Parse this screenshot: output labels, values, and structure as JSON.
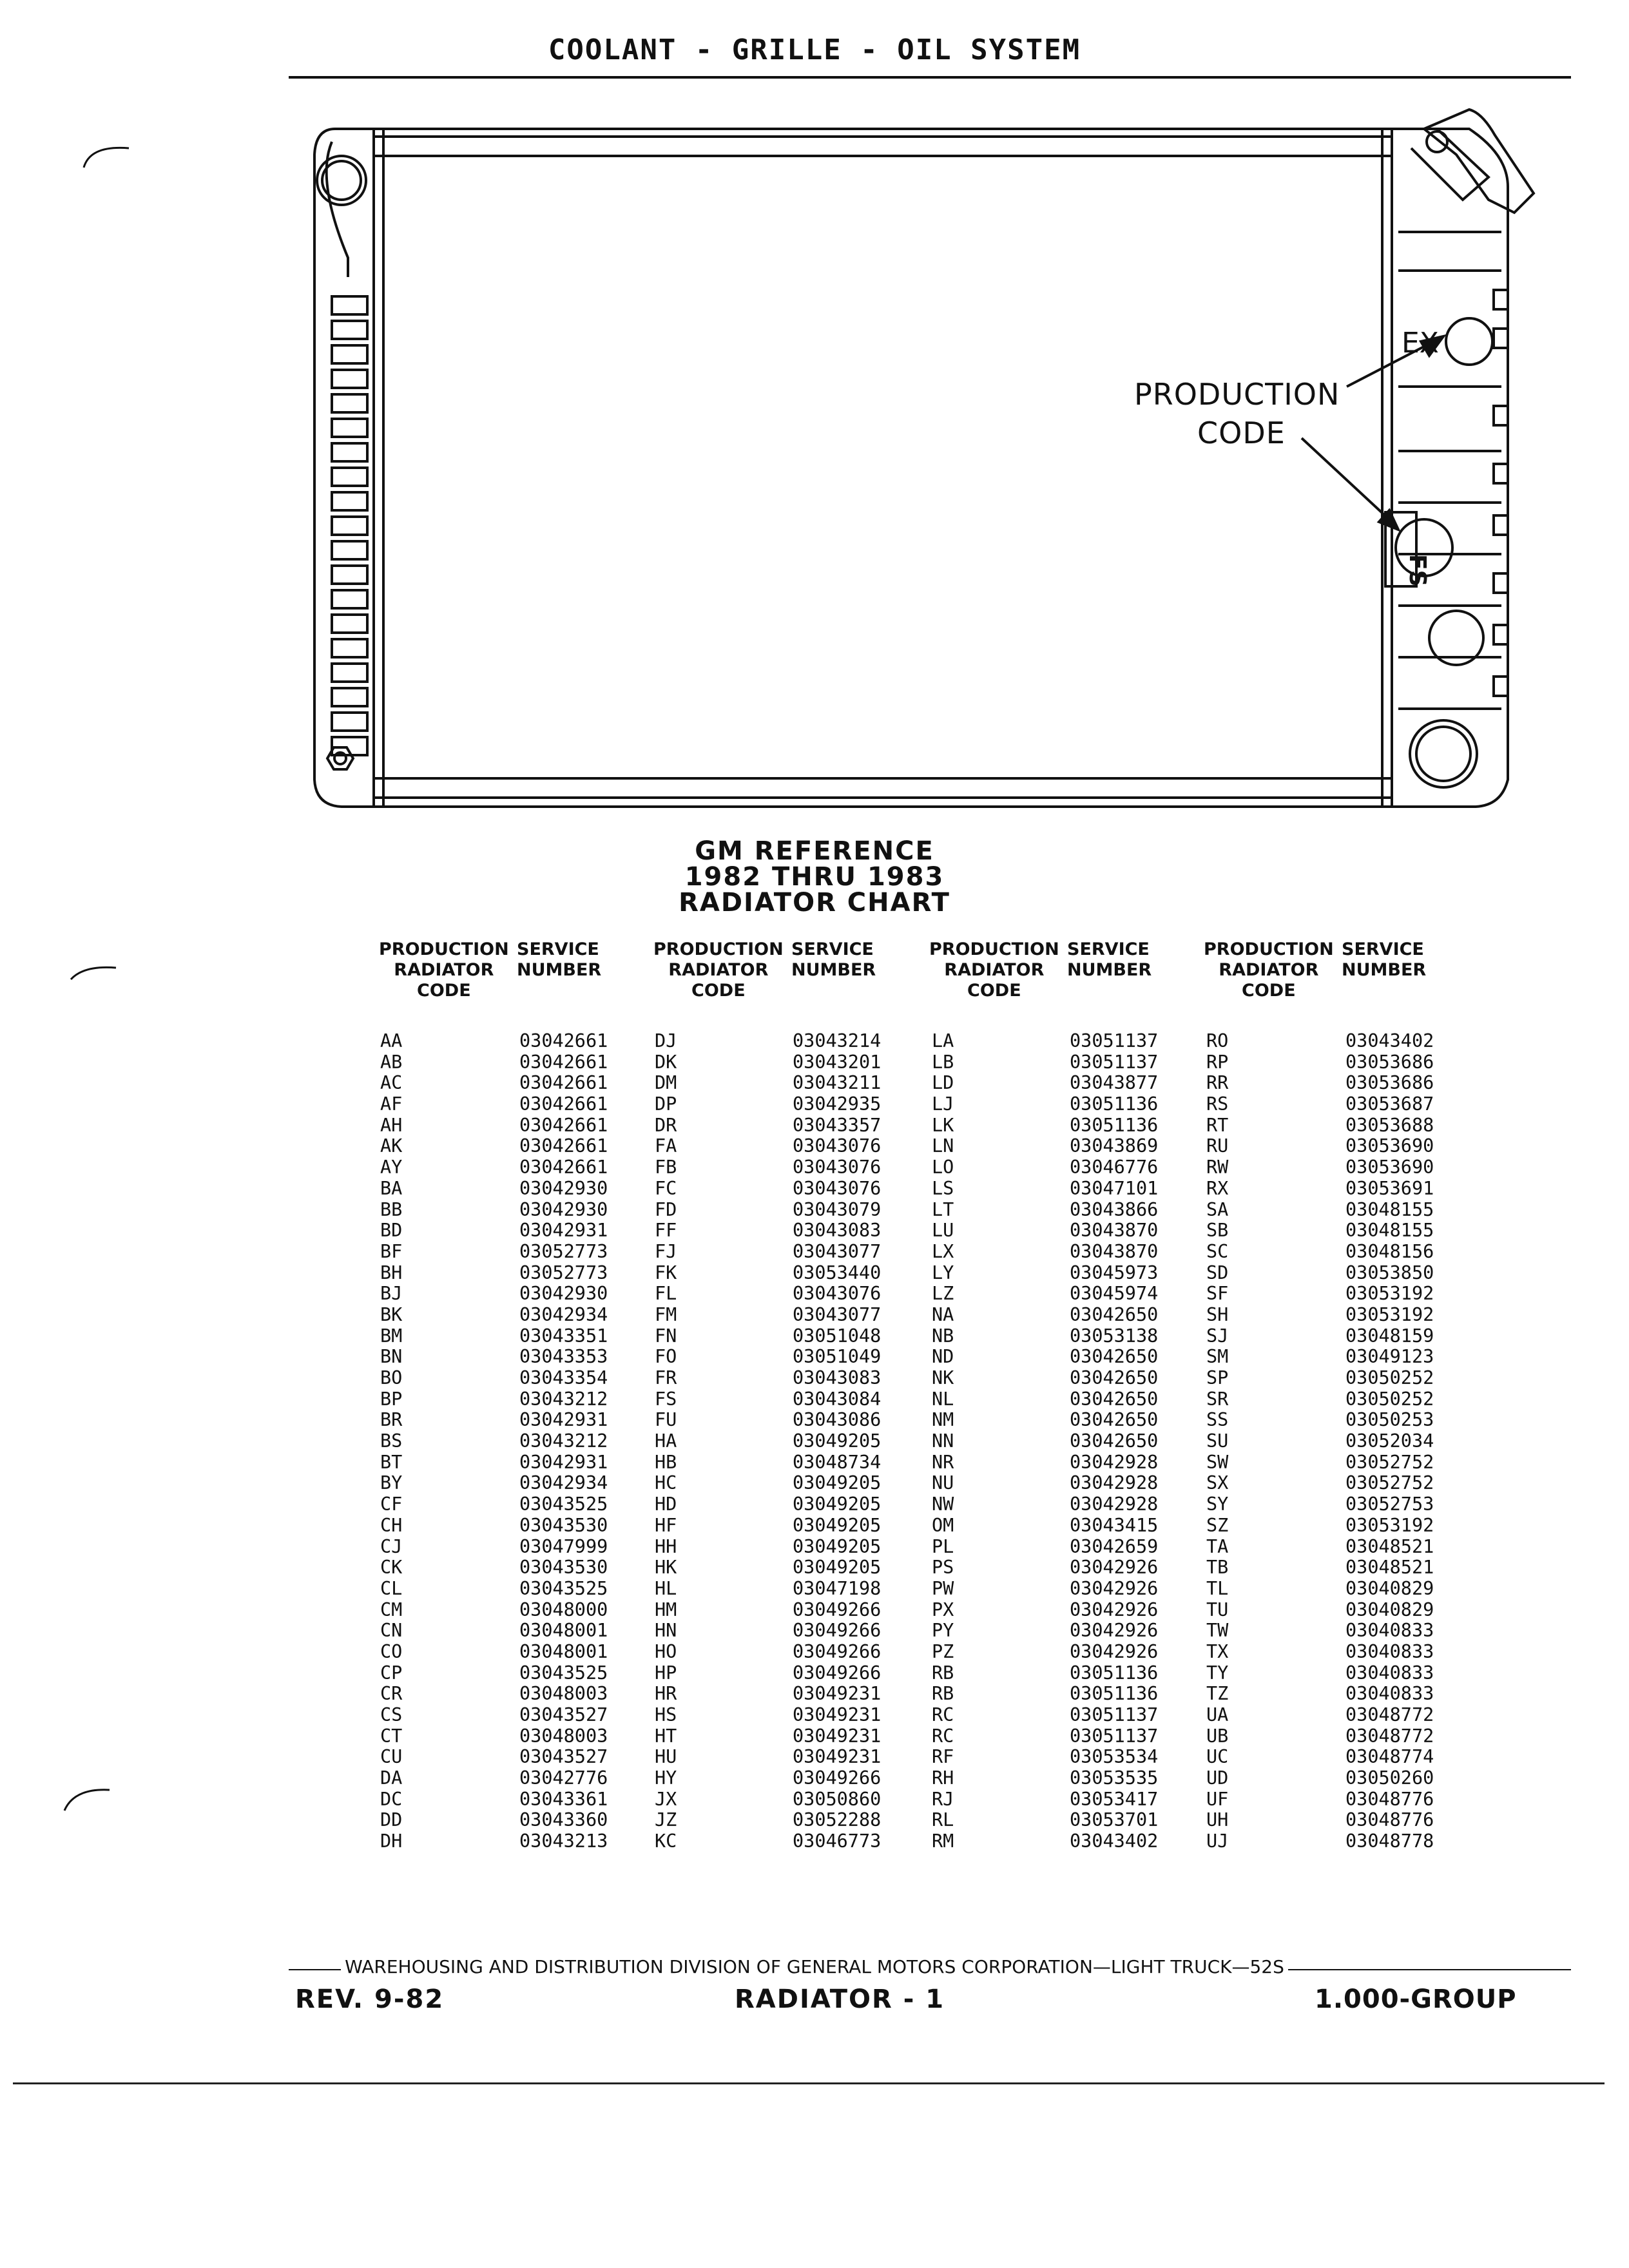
{
  "header": {
    "title": "COOLANT - GRILLE - OIL SYSTEM"
  },
  "diagram": {
    "ex_label": "EX",
    "callout_line1": "PRODUCTION",
    "callout_line2": "CODE",
    "tag_letters": "FS"
  },
  "chart": {
    "title_line1": "GM REFERENCE",
    "title_line2": "1982 THRU 1983",
    "title_line3": "RADIATOR CHART",
    "production_header": "PRODUCTION\nRADIATOR\nCODE",
    "service_header": "SERVICE\nNUMBER",
    "groups": [
      {
        "codes": [
          "AA",
          "AB",
          "AC",
          "AF",
          "AH",
          "AK",
          "AY",
          "BA",
          "BB",
          "BD",
          "BF",
          "BH",
          "BJ",
          "BK",
          "BM",
          "BN",
          "BO",
          "BP",
          "BR",
          "BS",
          "BT",
          "BY",
          "CF",
          "CH",
          "CJ",
          "CK",
          "CL",
          "CM",
          "CN",
          "CO",
          "CP",
          "CR",
          "CS",
          "CT",
          "CU",
          "DA",
          "DC",
          "DD",
          "DH"
        ],
        "numbers": [
          "03042661",
          "03042661",
          "03042661",
          "03042661",
          "03042661",
          "03042661",
          "03042661",
          "03042930",
          "03042930",
          "03042931",
          "03052773",
          "03052773",
          "03042930",
          "03042934",
          "03043351",
          "03043353",
          "03043354",
          "03043212",
          "03042931",
          "03043212",
          "03042931",
          "03042934",
          "03043525",
          "03043530",
          "03047999",
          "03043530",
          "03043525",
          "03048000",
          "03048001",
          "03048001",
          "03043525",
          "03048003",
          "03043527",
          "03048003",
          "03043527",
          "03042776",
          "03043361",
          "03043360",
          "03043213"
        ]
      },
      {
        "codes": [
          "DJ",
          "DK",
          "DM",
          "DP",
          "DR",
          "FA",
          "FB",
          "FC",
          "FD",
          "FF",
          "FJ",
          "FK",
          "FL",
          "FM",
          "FN",
          "FO",
          "FR",
          "FS",
          "FU",
          "HA",
          "HB",
          "HC",
          "HD",
          "HF",
          "HH",
          "HK",
          "HL",
          "HM",
          "HN",
          "HO",
          "HP",
          "HR",
          "HS",
          "HT",
          "HU",
          "HY",
          "JX",
          "JZ",
          "KC"
        ],
        "numbers": [
          "03043214",
          "03043201",
          "03043211",
          "03042935",
          "03043357",
          "03043076",
          "03043076",
          "03043076",
          "03043079",
          "03043083",
          "03043077",
          "03053440",
          "03043076",
          "03043077",
          "03051048",
          "03051049",
          "03043083",
          "03043084",
          "03043086",
          "03049205",
          "03048734",
          "03049205",
          "03049205",
          "03049205",
          "03049205",
          "03049205",
          "03047198",
          "03049266",
          "03049266",
          "03049266",
          "03049266",
          "03049231",
          "03049231",
          "03049231",
          "03049231",
          "03049266",
          "03050860",
          "03052288",
          "03046773"
        ]
      },
      {
        "codes": [
          "LA",
          "LB",
          "LD",
          "LJ",
          "LK",
          "LN",
          "LO",
          "LS",
          "LT",
          "LU",
          "LX",
          "LY",
          "LZ",
          "NA",
          "NB",
          "ND",
          "NK",
          "NL",
          "NM",
          "NN",
          "NR",
          "NU",
          "NW",
          "OM",
          "PL",
          "PS",
          "PW",
          "PX",
          "PY",
          "PZ",
          "RB",
          "RB",
          "RC",
          "RC",
          "RF",
          "RH",
          "RJ",
          "RL",
          "RM"
        ],
        "numbers": [
          "03051137",
          "03051137",
          "03043877",
          "03051136",
          "03051136",
          "03043869",
          "03046776",
          "03047101",
          "03043866",
          "03043870",
          "03043870",
          "03045973",
          "03045974",
          "03042650",
          "03053138",
          "03042650",
          "03042650",
          "03042650",
          "03042650",
          "03042650",
          "03042928",
          "03042928",
          "03042928",
          "03043415",
          "03042659",
          "03042926",
          "03042926",
          "03042926",
          "03042926",
          "03042926",
          "03051136",
          "03051136",
          "03051137",
          "03051137",
          "03053534",
          "03053535",
          "03053417",
          "03053701",
          "03043402"
        ]
      },
      {
        "codes": [
          "RO",
          "RP",
          "RR",
          "RS",
          "RT",
          "RU",
          "RW",
          "RX",
          "SA",
          "SB",
          "SC",
          "SD",
          "SF",
          "SH",
          "SJ",
          "SM",
          "SP",
          "SR",
          "SS",
          "SU",
          "SW",
          "SX",
          "SY",
          "SZ",
          "TA",
          "TB",
          "TL",
          "TU",
          "TW",
          "TX",
          "TY",
          "TZ",
          "UA",
          "UB",
          "UC",
          "UD",
          "UF",
          "UH",
          "UJ"
        ],
        "numbers": [
          "03043402",
          "03053686",
          "03053686",
          "03053687",
          "03053688",
          "03053690",
          "03053690",
          "03053691",
          "03048155",
          "03048155",
          "03048156",
          "03053850",
          "03053192",
          "03053192",
          "03048159",
          "03049123",
          "03050252",
          "03050252",
          "03050253",
          "03052034",
          "03052752",
          "03052752",
          "03052753",
          "03053192",
          "03048521",
          "03048521",
          "03040829",
          "03040829",
          "03040833",
          "03040833",
          "03040833",
          "03040833",
          "03048772",
          "03048772",
          "03048774",
          "03050260",
          "03048776",
          "03048776",
          "03048778"
        ]
      }
    ]
  },
  "footer": {
    "division": "WAREHOUSING AND DISTRIBUTION DIVISION OF GENERAL MOTORS CORPORATION—LIGHT TRUCK—52S",
    "rev": "REV. 9-82",
    "page_name": "RADIATOR - 1",
    "group": "1.000-GROUP"
  }
}
